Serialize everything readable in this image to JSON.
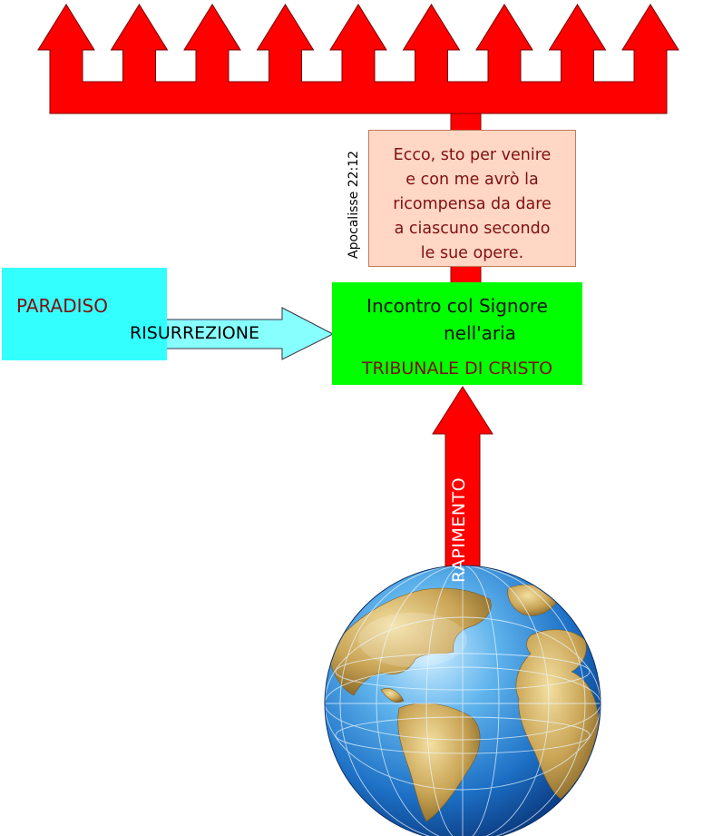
{
  "paradise": {
    "label": "PARADISO"
  },
  "resurrection_arrow": {
    "label": "RISURREZIONE"
  },
  "meeting": {
    "line1": "Incontro col Signore",
    "line2": "nell'aria",
    "tribunal": "TRIBUNALE DI CRISTO"
  },
  "quote": {
    "reference": "Apocalisse 22:12",
    "lines": [
      "Ecco, sto per venire",
      "e con me avrò la",
      "ricompensa da dare",
      "a ciascuno secondo",
      "le sue opere."
    ]
  },
  "rapture_arrow": {
    "label": "RAPIMENTO"
  },
  "globe": {
    "icon": "earth-globe-icon"
  },
  "top_arrows": {
    "count": 9
  },
  "colors": {
    "arrow_red": "#ff0000",
    "paradise_cyan": "#33ffff",
    "meeting_green": "#00ff00",
    "quote_bg": "#ffd7c4",
    "resurrection_arrow": "#88ffff",
    "dark_red_text": "#7f1010"
  }
}
